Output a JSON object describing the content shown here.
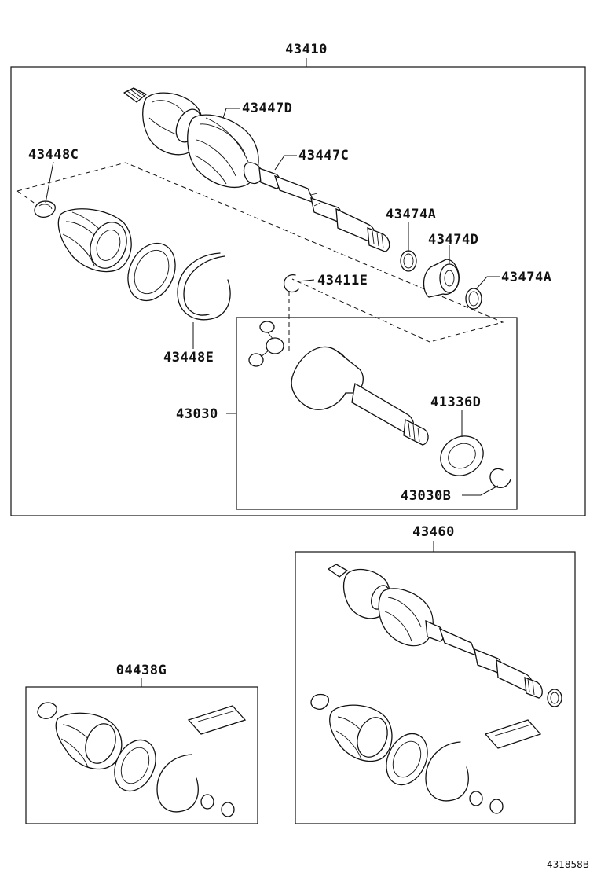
{
  "labels": {
    "l43410": "43410",
    "l43447D": "43447D",
    "l43447C": "43447C",
    "l43448C": "43448C",
    "l43474A_1": "43474A",
    "l43474D": "43474D",
    "l43474A_2": "43474A",
    "l43411E": "43411E",
    "l43448E": "43448E",
    "l43030": "43030",
    "l41336D": "41336D",
    "l43030B": "43030B",
    "l43460": "43460",
    "l04438G": "04438G"
  },
  "diagram_code": "431858B"
}
